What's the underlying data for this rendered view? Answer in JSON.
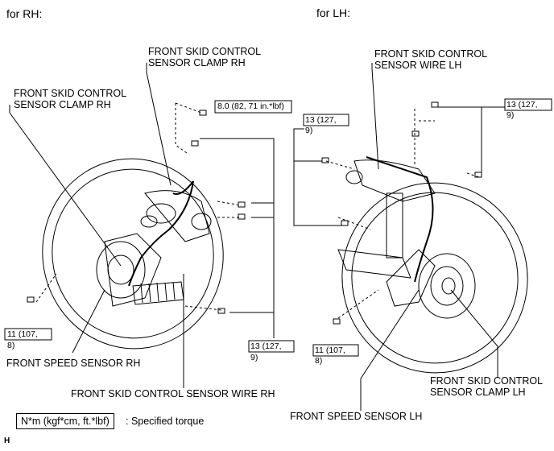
{
  "rh": {
    "heading": "for RH:",
    "clamp_upper": "FRONT SKID CONTROL\nSENSOR CLAMP RH",
    "clamp_left": "FRONT SKID CONTROL\nSENSOR CLAMP RH",
    "speed_sensor": "FRONT SPEED SENSOR RH",
    "wire": "FRONT SKID CONTROL SENSOR WIRE RH",
    "torque_top": "8.0 (82, 71 in.*lbf)",
    "torque_left_1": "11 (107,",
    "torque_left_2": "8)",
    "torque_right_1": "13 (127,",
    "torque_right_2": "9)"
  },
  "lh": {
    "heading": "for LH:",
    "wire": "FRONT SKID CONTROL\nSENSOR WIRE LH",
    "clamp": "FRONT SKID CONTROL\nSENSOR CLAMP LH",
    "speed_sensor": "FRONT SPEED SENSOR LH",
    "torque_topleft_1": "13 (127,",
    "torque_topleft_2": "9)",
    "torque_topright_1": "13 (127,",
    "torque_topright_2": "9)",
    "torque_bottom_1": "11 (107,",
    "torque_bottom_2": "8)"
  },
  "legend": {
    "box": "N*m (kgf*cm, ft.*lbf)",
    "text": ": Specified torque"
  },
  "footer": "H"
}
